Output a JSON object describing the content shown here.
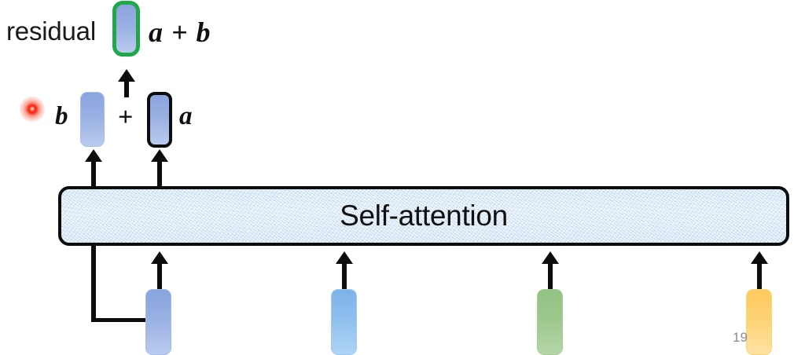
{
  "slide": {
    "number": "19",
    "background_color": "#ffffff"
  },
  "labels": {
    "residual": "residual",
    "sum_expression": "a + b",
    "operand_b": "b",
    "plus_sign": "+",
    "operand_a": "a",
    "attention_block": "Self-attention"
  },
  "pointer": {
    "type": "laser-pointer-dot",
    "color": "#ff2a12"
  },
  "boxes": {
    "output_sum": {
      "name": "a + b",
      "fill": "#99b0e3",
      "outline_color": "#1ea84a",
      "outline_style": "green-highlight"
    },
    "residual_b": {
      "name": "b",
      "fill": "#99b0e3",
      "outline_color": "#a7bde9",
      "outline_style": "plain"
    },
    "attention_a": {
      "name": "a",
      "fill": "#99b0e3",
      "outline_color": "#0d0d0d",
      "outline_style": "black-highlight"
    }
  },
  "input_tokens": [
    {
      "id": "token-1",
      "color_name": "blue-purple",
      "fill": "#99b0e3"
    },
    {
      "id": "token-2",
      "color_name": "blue-light",
      "fill": "#8fbfee"
    },
    {
      "id": "token-3",
      "color_name": "green",
      "fill": "#9dc88d"
    },
    {
      "id": "token-4",
      "color_name": "yellow",
      "fill": "#fdd273"
    }
  ],
  "connections": {
    "residual_path": "token-1 -> b (skip around Self-attention)",
    "attention_path": "Self-attention -> a",
    "sum_path": "a + b -> output"
  }
}
